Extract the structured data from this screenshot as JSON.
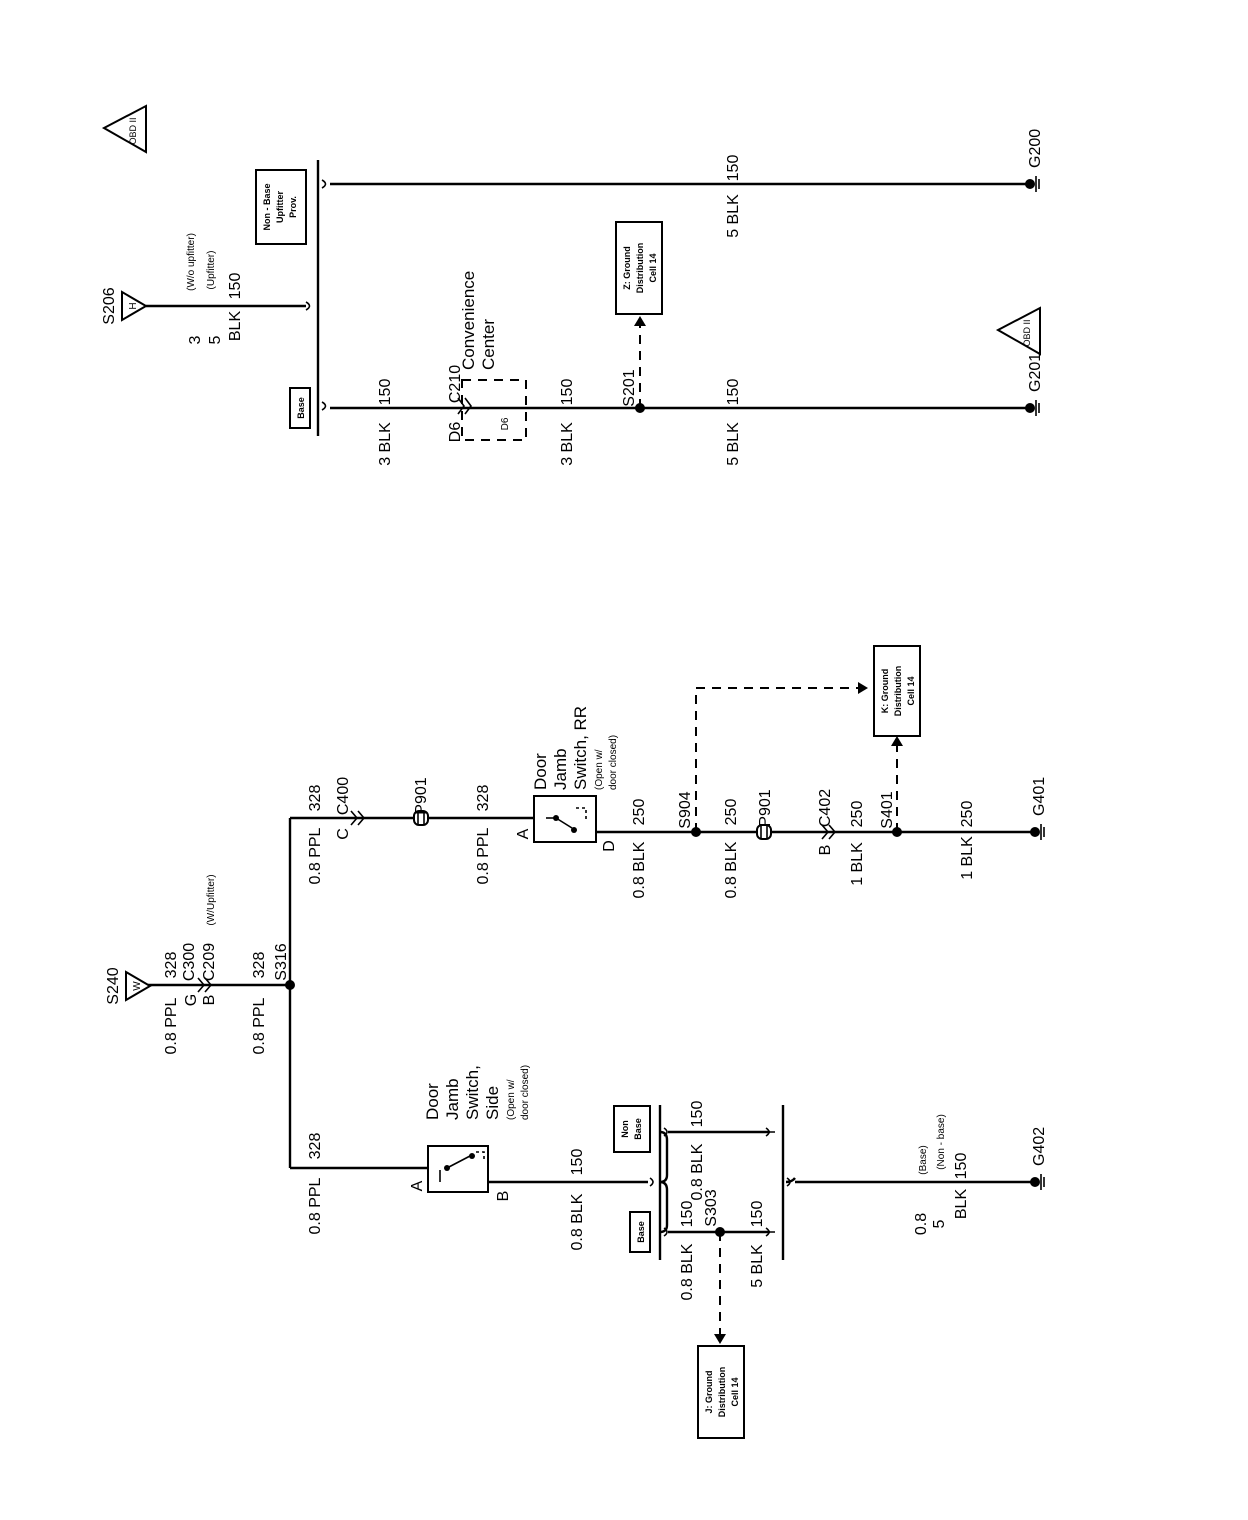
{
  "splice_labels": {
    "s240": "S240",
    "s206": "S206",
    "s316": "S316",
    "s904": "S904",
    "s401": "S401",
    "s303": "S303",
    "s201": "S201"
  },
  "tag_letters": {
    "s240": "W",
    "s206": "H"
  },
  "connector_labels": {
    "c300": "C300",
    "c209": "C209",
    "c209_note": "(W/Upfitter)",
    "c400": "C400",
    "c402": "C402",
    "c210": "C210",
    "d6": "D6",
    "p901_top": "P901",
    "p901_bottom": "P901"
  },
  "pin_labels": {
    "g": "G",
    "b": "B",
    "c": "C",
    "side_a": "A",
    "side_b": "B",
    "rr_a": "A",
    "rr_d": "D",
    "c402_b": "B"
  },
  "wire_labels": {
    "ppl_s240": "0.8 PPL",
    "ppl_s240_num": "328",
    "ppl_s316": "0.8 PPL",
    "ppl_s316_num": "328",
    "ppl_side": "0.8 PPL",
    "ppl_side_num": "328",
    "ppl_c400": "0.8 PPL",
    "ppl_c400_num": "328",
    "ppl_rr": "0.8 PPL",
    "ppl_rr_num": "328",
    "blk_rr_d": "0.8 BLK",
    "blk_rr_d_num": "250",
    "blk_s904": "0.8 BLK",
    "blk_s904_num": "250",
    "blk_c402": "1 BLK",
    "blk_c402_num": "250",
    "blk_g401": "1 BLK",
    "blk_g401_num": "250",
    "blk_side_b": "0.8 BLK",
    "blk_side_b_num": "150",
    "blk_nonbase": "0.8 BLK",
    "blk_nonbase_num": "150",
    "blk_s303_left": "0.8 BLK",
    "blk_s303_left_num": "150",
    "blk_s303_right": "5 BLK",
    "blk_s303_right_num": "150",
    "g402_size1": "0.8",
    "g402_note1": "(Base)",
    "g402_size2": "5",
    "g402_note2": "(Non - base)",
    "g402_color": "BLK",
    "g402_num": "150",
    "s206_size1": "3",
    "s206_size2": "5",
    "s206_color": "BLK",
    "s206_num": "150",
    "s206_note1": "(W/o upfitter)",
    "s206_note2": "(Upfitter)",
    "g200_wire": "5 BLK",
    "g200_num": "150",
    "base3_wire": "3 BLK",
    "base3_num": "150",
    "d6_wire": "3 BLK",
    "d6_num": "150",
    "g201_wire": "5 BLK",
    "g201_num": "150"
  },
  "component_labels": {
    "side_switch_l1": "Door",
    "side_switch_l2": "Jamb",
    "side_switch_l3": "Switch,",
    "side_switch_l4": "Side",
    "side_switch_n1": "(Open w/",
    "side_switch_n2": "door closed)",
    "rr_switch_l1": "Door",
    "rr_switch_l2": "Jamb",
    "rr_switch_l3": "Switch, RR",
    "rr_switch_n1": "(Open w/",
    "rr_switch_n2": "door closed)",
    "conv_l1": "Convenience",
    "conv_l2": "Center",
    "conv_inner": "D6"
  },
  "option_boxes": {
    "base_left": "Base",
    "non_base_l1": "Non",
    "non_base_l2": "Base",
    "base_right": "Base",
    "non_base_upfitter_l1": "Non - Base",
    "non_base_upfitter_l2": "Upfitter",
    "non_base_upfitter_l3": "Prov."
  },
  "ref_boxes": {
    "j_l1": "J: Ground",
    "j_l2": "Distribution",
    "j_l3": "Cell 14",
    "k_l1": "K: Ground",
    "k_l2": "Distribution",
    "k_l3": "Cell 14",
    "z_l1": "Z: Ground",
    "z_l2": "Distribution",
    "z_l3": "Cell 14"
  },
  "grounds": {
    "g402": "G402",
    "g401": "G401",
    "g201": "G201",
    "g200": "G200"
  },
  "warning_badges": {
    "badge_text": "OBD II"
  }
}
